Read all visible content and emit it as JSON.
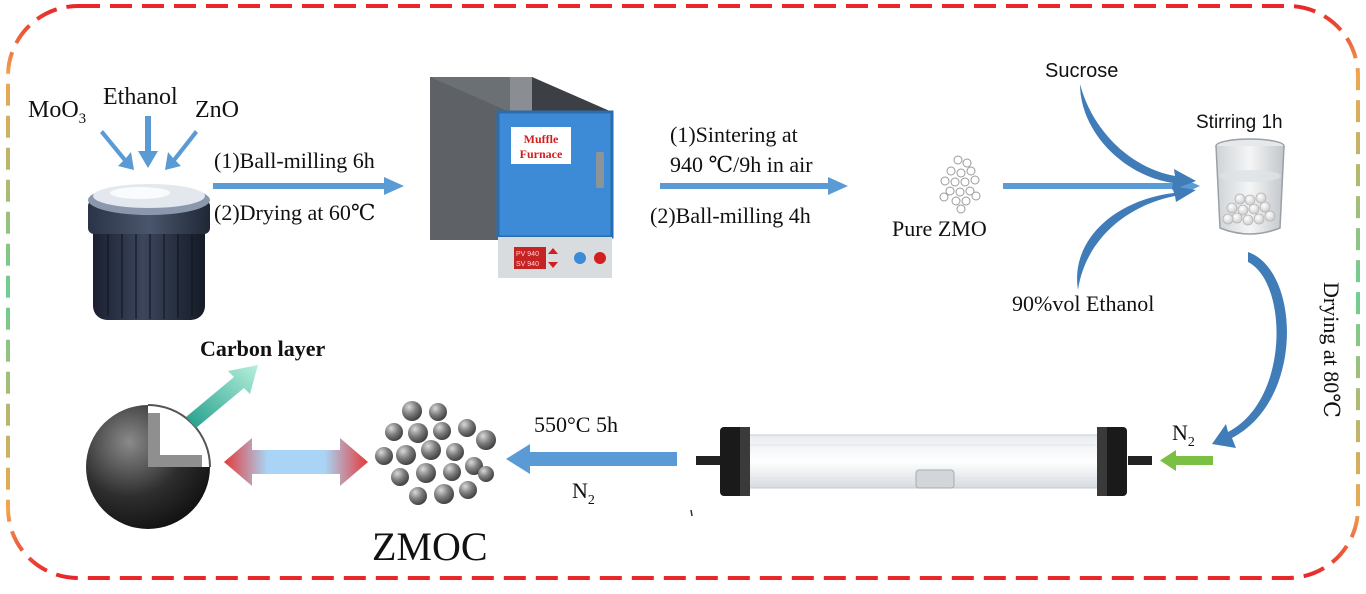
{
  "colors": {
    "border_red": "#e8262b",
    "border_orange": "#f0a650",
    "border_green": "#6dce94",
    "arrow_blue": "#5b9bd5",
    "arrow_dark_blue": "#3f7cb8",
    "arrow_green": "#7ac143",
    "furnace_blue": "#2f86d1",
    "furnace_grey": "#5e6266",
    "ball_grey": "#6b6b6b"
  },
  "reagents": {
    "moo3_base": "MoO",
    "moo3_sub": "3",
    "ethanol": "Ethanol",
    "zno": "ZnO"
  },
  "step1": {
    "line1": "(1)Ball-milling 6h",
    "line2": "(2)Drying at 60℃"
  },
  "furnace": {
    "sign_line1": "Muffle",
    "sign_line2": "Furnace",
    "display_line1": "PV 940",
    "display_line2": "SV 940"
  },
  "step2": {
    "line1": "(1)Sintering at",
    "line2": "940 ℃/9h in air",
    "line3": "(2)Ball-milling 4h"
  },
  "pure_zmo": "Pure ZMO",
  "sucrose": "Sucrose",
  "ethanol_90": "90%vol Ethanol",
  "stirring": "Stirring 1h",
  "drying_80": "Drying at 80℃",
  "n2_tube": {
    "base": "N",
    "sub": "2"
  },
  "step3": {
    "line1": "550°C 5h",
    "n2_base": "N",
    "n2_sub": "2"
  },
  "zmoc": "ZMOC",
  "carbon_layer": "Carbon layer"
}
